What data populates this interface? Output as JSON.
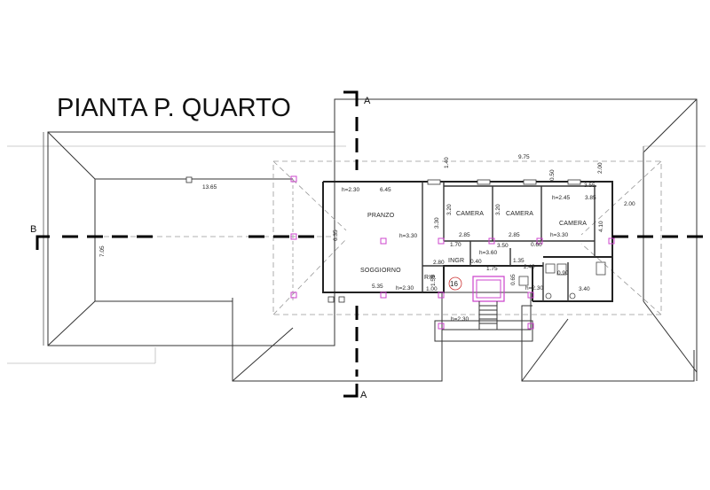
{
  "title": "PIANTA P. QUARTO",
  "section_labels": {
    "a_top": "A",
    "a_bottom": "A",
    "b": "B"
  },
  "rooms": {
    "pranzo": "PRANZO",
    "soggiorno": "SOGGIORNO",
    "camera1": "CAMERA",
    "camera2": "CAMERA",
    "camera3": "CAMERA",
    "ingr": "INGR",
    "rip": "RIP.",
    "stair_no": "16"
  },
  "dimensions": {
    "d_13_65": "13.65",
    "d_7_05": "7.05",
    "d_9_75": "9.75",
    "d_1_40": "1.40",
    "d_2_00_top": "2.00",
    "d_0_50": "0.50",
    "d_3_55": "3.55",
    "d_3_85": "3.85",
    "d_h2_30_pranzo": "h=2.30",
    "d_6_45": "6.45",
    "d_h2_45": "h=2.45",
    "d_2_00_right": "2.00",
    "d_6_35": "6.35",
    "d_3_30_v": "3.30",
    "d_3_20_a": "3.20",
    "d_3_20_b": "3.20",
    "d_h3_30_a": "h=3.30",
    "d_h3_30_b": "h=3.30",
    "d_1_70": "1.70",
    "d_2_85_a": "2.85",
    "d_2_85_b": "2.85",
    "d_3_50": "3.50",
    "d_4_10": "4.10",
    "d_h3_60": "h=3.60",
    "d_1_35": "1.35",
    "d_0_60": "0.60",
    "d_2_80": "2.80",
    "d_0_40": "0.40",
    "d_1_75": "1.75",
    "d_2_40": "2.40",
    "d_0_90": "0.90",
    "d_5_35": "5.35",
    "d_h2_30_sogg": "h=2.30",
    "d_1_55": "1.55",
    "d_1_00": "1.00",
    "d_h2_30_bath": "h=2.30",
    "d_3_40": "3.40",
    "d_0_65": "0.65",
    "d_h2_30_bottom": "h=2.30"
  }
}
